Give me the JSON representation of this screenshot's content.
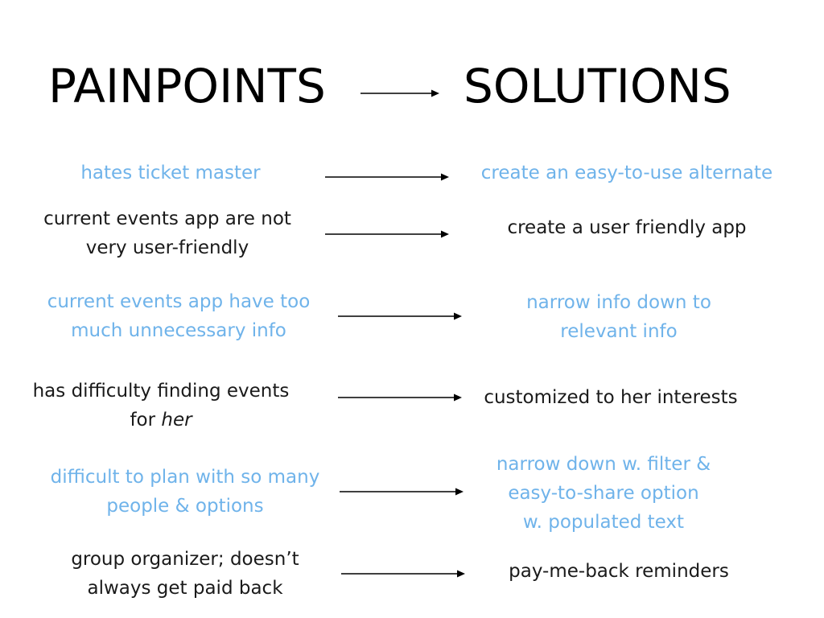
{
  "heading": {
    "left": "PAINPOINTS",
    "right": "SOLUTIONS"
  },
  "colors": {
    "accent": "#6fb3ea",
    "text": "#1a1a1a"
  },
  "rows": [
    {
      "color": "blue",
      "painpoint": [
        "hates ticket master"
      ],
      "solution": [
        "create an easy-to-use alternate"
      ]
    },
    {
      "color": "black",
      "painpoint": [
        "current events app are not",
        "very user-friendly"
      ],
      "solution": [
        "create a user friendly app"
      ]
    },
    {
      "color": "blue",
      "painpoint": [
        "current events app have too",
        "much unnecessary info"
      ],
      "solution": [
        "narrow info down to",
        "relevant info"
      ]
    },
    {
      "color": "black",
      "painpoint": [
        "has difficulty finding events",
        "for "
      ],
      "painpoint_emphasis": "her",
      "solution": [
        "customized to her interests"
      ]
    },
    {
      "color": "blue",
      "painpoint": [
        "difficult to plan with so many",
        "people & options"
      ],
      "solution": [
        "narrow down w. filter &",
        "easy-to-share option",
        "w. populated text"
      ]
    },
    {
      "color": "black",
      "painpoint": [
        "group organizer; doesn’t",
        "always get paid back"
      ],
      "solution": [
        "pay-me-back reminders"
      ]
    }
  ]
}
